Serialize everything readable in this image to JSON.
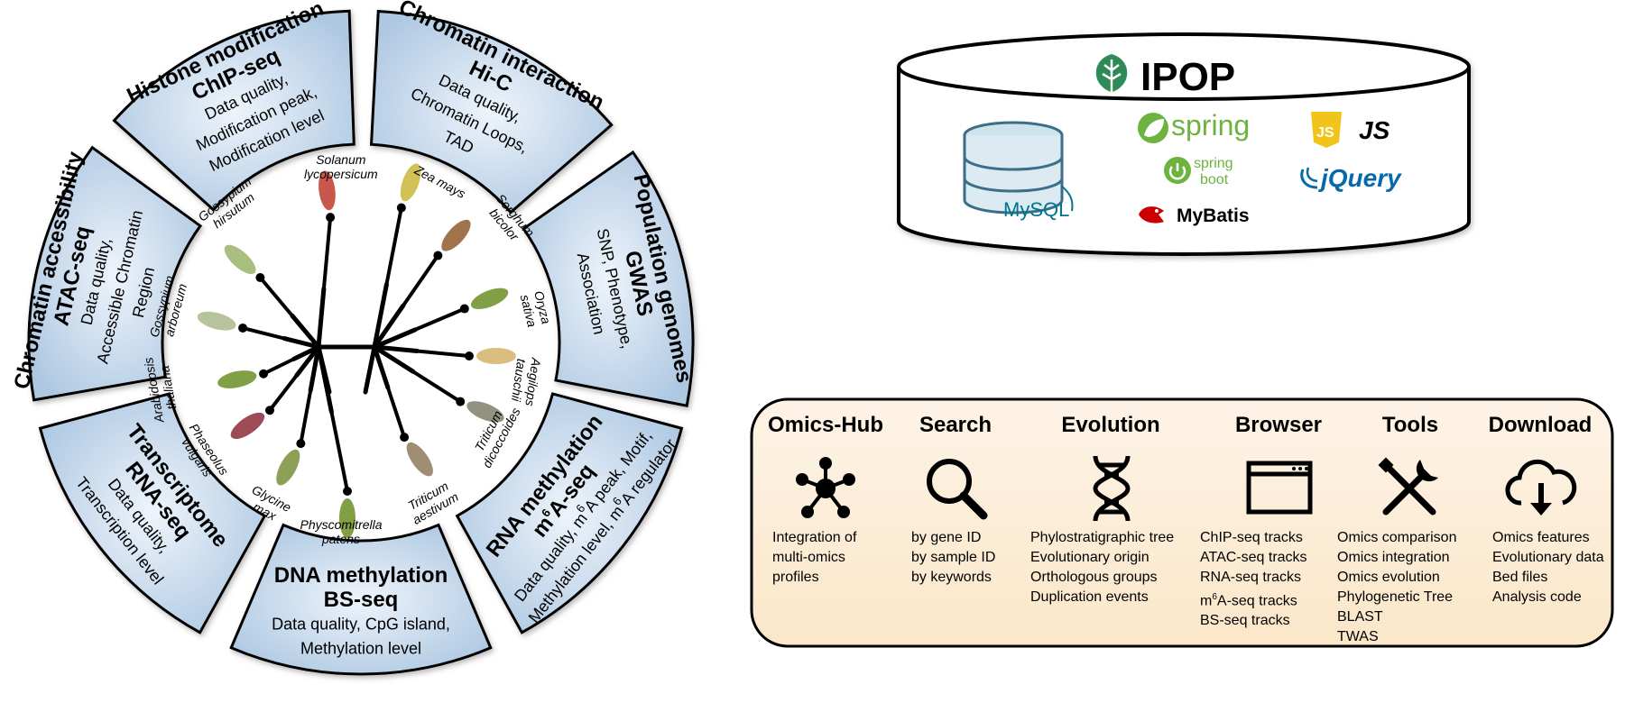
{
  "wheel": {
    "sections": [
      {
        "id": "histone",
        "title": "Histone modification",
        "subtitle": "ChIP-seq",
        "details": [
          "Data quality,",
          "Modification peak,",
          "Modification level"
        ]
      },
      {
        "id": "chromatin-interaction",
        "title": "Chromatin interaction",
        "subtitle": "Hi-C",
        "details": [
          "Data quality,",
          "Chromatin Loops,",
          "TAD"
        ]
      },
      {
        "id": "population",
        "title": "Population genomes",
        "subtitle": "GWAS",
        "details": [
          "SNP, Phenotype,",
          "Association"
        ]
      },
      {
        "id": "rna-methylation",
        "title": "RNA methylation",
        "subtitle_pre": "m",
        "subtitle_sup": "6",
        "subtitle_post": "A-seq",
        "details_1_pre": "Data quality, m",
        "details_1_sup": "6",
        "details_1_post": "A peak, Motif,",
        "details_2_pre": "Methylation level, m",
        "details_2_sup": "6",
        "details_2_post": "A regulator"
      },
      {
        "id": "dna-methylation",
        "title": "DNA methylation",
        "subtitle": "BS-seq",
        "details": [
          "Data quality, CpG island,",
          "Methylation level"
        ]
      },
      {
        "id": "transcriptome",
        "title": "Transcriptome",
        "subtitle": "RNA-seq",
        "details": [
          "Data quality,",
          "Transcription level"
        ]
      },
      {
        "id": "chromatin-accessibility",
        "title": "Chromatin accessibility",
        "subtitle": "ATAC-seq",
        "details": [
          "Data quality,",
          "Accessible Chromatin",
          "Region"
        ]
      }
    ],
    "species": [
      [
        "Solanum",
        "lycopersicum"
      ],
      [
        "Zea mays"
      ],
      [
        "Sorghum",
        "bicolor"
      ],
      [
        "Oryza",
        "sativa"
      ],
      [
        "Aegilops",
        "tauschii"
      ],
      [
        "Triticum",
        "dicoccoides"
      ],
      [
        "Triticum",
        "aestivum"
      ],
      [
        "Physcomitrella",
        "patens"
      ],
      [
        "Glycine",
        "max"
      ],
      [
        "Phaseolus",
        "vulgaris"
      ],
      [
        "Arabidopsis",
        "thaliana"
      ],
      [
        "Gossypium",
        "arboreum"
      ],
      [
        "Gossypium",
        "hirsutum"
      ]
    ]
  },
  "ipop": {
    "title": "IPOP",
    "logos": {
      "mysql": "MySQL",
      "spring": "spring",
      "spring_boot_1": "spring",
      "spring_boot_2": "boot",
      "mybatis": "MyBatis",
      "js_badge": "JS",
      "js": "JS",
      "jquery": "jQuery"
    },
    "colors": {
      "spring": "#6db33f",
      "mysql": "#00758f",
      "jquery": "#0769ad",
      "js": "#f0c419",
      "leaf": "#2e8b57"
    }
  },
  "modules": [
    {
      "title": "Omics-Hub",
      "icon": "network-icon",
      "items": [
        "Integration of",
        "multi-omics",
        "profiles"
      ]
    },
    {
      "title": "Search",
      "icon": "magnifier-icon",
      "items": [
        "by gene ID",
        "by sample ID",
        "by keywords"
      ]
    },
    {
      "title": "Evolution",
      "icon": "dna-icon",
      "items": [
        "Phylostratigraphic tree",
        "Evolutionary origin",
        "Orthologous groups",
        "Duplication events"
      ]
    },
    {
      "title": "Browser",
      "icon": "browser-window-icon",
      "items": [
        "ChIP-seq tracks",
        "ATAC-seq tracks",
        "RNA-seq tracks",
        "A-seq tracks",
        "BS-seq tracks"
      ],
      "m6a_pre": "m",
      "m6a_sup": "6"
    },
    {
      "title": "Tools",
      "icon": "tools-icon",
      "items": [
        "Omics comparison",
        "Omics integration",
        "Omics evolution",
        "Phylogenetic Tree",
        "BLAST",
        "TWAS"
      ]
    },
    {
      "title": "Download",
      "icon": "cloud-download-icon",
      "items": [
        "Omics features",
        "Evolutionary data",
        "Bed files",
        "Analysis code"
      ]
    }
  ]
}
